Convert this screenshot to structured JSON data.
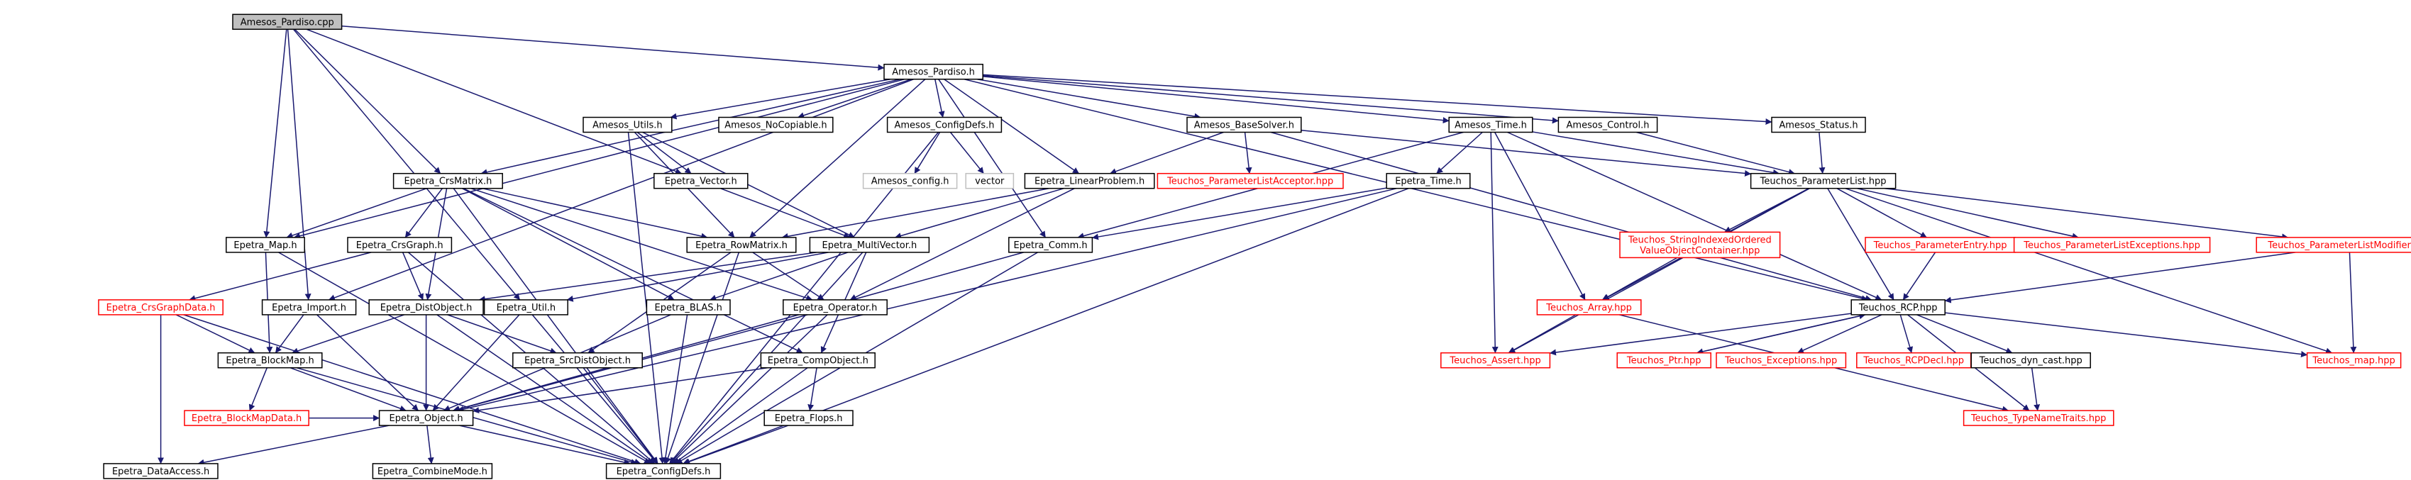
{
  "graph": {
    "edge_color": "#191970",
    "missing_color": "#ff0000",
    "nodes": [
      {
        "id": "amesos_pardiso_cpp",
        "label": "Amesos_Pardiso.cpp",
        "style": "root"
      },
      {
        "id": "amesos_pardiso_h",
        "label": "Amesos_Pardiso.h",
        "style": "normal"
      },
      {
        "id": "amesos_utils_h",
        "label": "Amesos_Utils.h",
        "style": "normal"
      },
      {
        "id": "amesos_nocopiable_h",
        "label": "Amesos_NoCopiable.h",
        "style": "normal"
      },
      {
        "id": "amesos_configdefs_h",
        "label": "Amesos_ConfigDefs.h",
        "style": "normal"
      },
      {
        "id": "amesos_basesolver_h",
        "label": "Amesos_BaseSolver.h",
        "style": "normal"
      },
      {
        "id": "amesos_time_h",
        "label": "Amesos_Time.h",
        "style": "normal"
      },
      {
        "id": "amesos_control_h",
        "label": "Amesos_Control.h",
        "style": "normal"
      },
      {
        "id": "amesos_status_h",
        "label": "Amesos_Status.h",
        "style": "normal"
      },
      {
        "id": "epetra_crsmatrix_h",
        "label": "Epetra_CrsMatrix.h",
        "style": "normal"
      },
      {
        "id": "epetra_vector_h",
        "label": "Epetra_Vector.h",
        "style": "normal"
      },
      {
        "id": "amesos_config_h",
        "label": "Amesos_config.h",
        "style": "gray"
      },
      {
        "id": "vector",
        "label": "vector",
        "style": "gray"
      },
      {
        "id": "epetra_linearproblem_h",
        "label": "Epetra_LinearProblem.h",
        "style": "normal"
      },
      {
        "id": "teuchos_plaa_hpp",
        "label": "Teuchos_ParameterListAcceptor.hpp",
        "style": "red"
      },
      {
        "id": "epetra_time_h",
        "label": "Epetra_Time.h",
        "style": "normal"
      },
      {
        "id": "teuchos_parameterlist_hpp",
        "label": "Teuchos_ParameterList.hpp",
        "style": "normal"
      },
      {
        "id": "epetra_map_h",
        "label": "Epetra_Map.h",
        "style": "normal"
      },
      {
        "id": "epetra_crsgraph_h",
        "label": "Epetra_CrsGraph.h",
        "style": "normal"
      },
      {
        "id": "epetra_rowmatrix_h",
        "label": "Epetra_RowMatrix.h",
        "style": "normal"
      },
      {
        "id": "epetra_multivector_h",
        "label": "Epetra_MultiVector.h",
        "style": "normal"
      },
      {
        "id": "epetra_comm_h",
        "label": "Epetra_Comm.h",
        "style": "normal"
      },
      {
        "id": "teuchos_sioc_hpp",
        "label": "Teuchos_StringIndexedOrdered\nValueObjectContainer.hpp",
        "style": "red"
      },
      {
        "id": "teuchos_parameterentry_hpp",
        "label": "Teuchos_ParameterEntry.hpp",
        "style": "red"
      },
      {
        "id": "teuchos_ple_hpp",
        "label": "Teuchos_ParameterListExceptions.hpp",
        "style": "red"
      },
      {
        "id": "teuchos_plm_hpp",
        "label": "Teuchos_ParameterListModifier.hpp",
        "style": "red"
      },
      {
        "id": "epetra_crsgraphdata_h",
        "label": "Epetra_CrsGraphData.h",
        "style": "red"
      },
      {
        "id": "epetra_import_h",
        "label": "Epetra_Import.h",
        "style": "normal"
      },
      {
        "id": "epetra_distobject_h",
        "label": "Epetra_DistObject.h",
        "style": "normal"
      },
      {
        "id": "epetra_util_h",
        "label": "Epetra_Util.h",
        "style": "normal"
      },
      {
        "id": "epetra_blas_h",
        "label": "Epetra_BLAS.h",
        "style": "normal"
      },
      {
        "id": "epetra_operator_h",
        "label": "Epetra_Operator.h",
        "style": "normal"
      },
      {
        "id": "teuchos_array_hpp",
        "label": "Teuchos_Array.hpp",
        "style": "red"
      },
      {
        "id": "teuchos_rcp_hpp",
        "label": "Teuchos_RCP.hpp",
        "style": "normal"
      },
      {
        "id": "epetra_blockmap_h",
        "label": "Epetra_BlockMap.h",
        "style": "normal"
      },
      {
        "id": "epetra_srcdistobject_h",
        "label": "Epetra_SrcDistObject.h",
        "style": "normal"
      },
      {
        "id": "epetra_compobject_h",
        "label": "Epetra_CompObject.h",
        "style": "normal"
      },
      {
        "id": "teuchos_assert_hpp",
        "label": "Teuchos_Assert.hpp",
        "style": "red"
      },
      {
        "id": "teuchos_ptr_hpp",
        "label": "Teuchos_Ptr.hpp",
        "style": "red"
      },
      {
        "id": "teuchos_exceptions_hpp",
        "label": "Teuchos_Exceptions.hpp",
        "style": "red"
      },
      {
        "id": "teuchos_rcpdecl_hpp",
        "label": "Teuchos_RCPDecl.hpp",
        "style": "red"
      },
      {
        "id": "teuchos_dyn_cast_hpp",
        "label": "Teuchos_dyn_cast.hpp",
        "style": "normal"
      },
      {
        "id": "teuchos_map_hpp",
        "label": "Teuchos_map.hpp",
        "style": "red"
      },
      {
        "id": "epetra_blockmapdata_h",
        "label": "Epetra_BlockMapData.h",
        "style": "red"
      },
      {
        "id": "epetra_object_h",
        "label": "Epetra_Object.h",
        "style": "normal"
      },
      {
        "id": "epetra_flops_h",
        "label": "Epetra_Flops.h",
        "style": "normal"
      },
      {
        "id": "teuchos_typenametraits_hpp",
        "label": "Teuchos_TypeNameTraits.hpp",
        "style": "red"
      },
      {
        "id": "epetra_dataaccess_h",
        "label": "Epetra_DataAccess.h",
        "style": "normal"
      },
      {
        "id": "epetra_combinemode_h",
        "label": "Epetra_CombineMode.h",
        "style": "normal"
      },
      {
        "id": "epetra_configdefs_h",
        "label": "Epetra_ConfigDefs.h",
        "style": "normal"
      }
    ],
    "edges": [
      [
        "amesos_pardiso_cpp",
        "amesos_pardiso_h"
      ],
      [
        "amesos_pardiso_cpp",
        "epetra_map_h"
      ],
      [
        "amesos_pardiso_cpp",
        "epetra_import_h"
      ],
      [
        "amesos_pardiso_cpp",
        "epetra_crsmatrix_h"
      ],
      [
        "amesos_pardiso_cpp",
        "epetra_vector_h"
      ],
      [
        "amesos_pardiso_cpp",
        "epetra_util_h"
      ],
      [
        "amesos_pardiso_h",
        "amesos_utils_h"
      ],
      [
        "amesos_pardiso_h",
        "amesos_nocopiable_h"
      ],
      [
        "amesos_pardiso_h",
        "amesos_configdefs_h"
      ],
      [
        "amesos_pardiso_h",
        "amesos_basesolver_h"
      ],
      [
        "amesos_pardiso_h",
        "amesos_time_h"
      ],
      [
        "amesos_pardiso_h",
        "amesos_control_h"
      ],
      [
        "amesos_pardiso_h",
        "amesos_status_h"
      ],
      [
        "amesos_pardiso_h",
        "epetra_crsmatrix_h"
      ],
      [
        "amesos_pardiso_h",
        "epetra_map_h"
      ],
      [
        "amesos_pardiso_h",
        "epetra_import_h"
      ],
      [
        "amesos_pardiso_h",
        "epetra_linearproblem_h"
      ],
      [
        "amesos_pardiso_h",
        "epetra_rowmatrix_h"
      ],
      [
        "amesos_pardiso_h",
        "epetra_comm_h"
      ],
      [
        "amesos_pardiso_h",
        "teuchos_rcp_hpp"
      ],
      [
        "amesos_utils_h",
        "epetra_vector_h"
      ],
      [
        "amesos_utils_h",
        "epetra_rowmatrix_h"
      ],
      [
        "amesos_utils_h",
        "epetra_multivector_h"
      ],
      [
        "amesos_utils_h",
        "epetra_configdefs_h"
      ],
      [
        "amesos_configdefs_h",
        "amesos_config_h"
      ],
      [
        "amesos_configdefs_h",
        "vector"
      ],
      [
        "amesos_configdefs_h",
        "epetra_configdefs_h"
      ],
      [
        "amesos_basesolver_h",
        "epetra_linearproblem_h"
      ],
      [
        "amesos_basesolver_h",
        "teuchos_plaa_hpp"
      ],
      [
        "amesos_basesolver_h",
        "teuchos_parameterlist_hpp"
      ],
      [
        "amesos_basesolver_h",
        "teuchos_rcp_hpp"
      ],
      [
        "amesos_time_h",
        "epetra_time_h"
      ],
      [
        "amesos_time_h",
        "epetra_comm_h"
      ],
      [
        "amesos_time_h",
        "teuchos_parameterlist_hpp"
      ],
      [
        "amesos_time_h",
        "teuchos_array_hpp"
      ],
      [
        "amesos_time_h",
        "teuchos_assert_hpp"
      ],
      [
        "amesos_time_h",
        "teuchos_rcp_hpp"
      ],
      [
        "amesos_control_h",
        "teuchos_parameterlist_hpp"
      ],
      [
        "amesos_status_h",
        "teuchos_parameterlist_hpp"
      ],
      [
        "epetra_crsmatrix_h",
        "epetra_map_h"
      ],
      [
        "epetra_crsmatrix_h",
        "epetra_crsgraph_h"
      ],
      [
        "epetra_crsmatrix_h",
        "epetra_rowmatrix_h"
      ],
      [
        "epetra_crsmatrix_h",
        "epetra_distobject_h"
      ],
      [
        "epetra_crsmatrix_h",
        "epetra_blas_h"
      ],
      [
        "epetra_crsmatrix_h",
        "epetra_operator_h"
      ],
      [
        "epetra_crsmatrix_h",
        "epetra_compobject_h"
      ],
      [
        "epetra_crsmatrix_h",
        "epetra_configdefs_h"
      ],
      [
        "epetra_vector_h",
        "epetra_multivector_h"
      ],
      [
        "epetra_linearproblem_h",
        "epetra_rowmatrix_h"
      ],
      [
        "epetra_linearproblem_h",
        "epetra_multivector_h"
      ],
      [
        "epetra_linearproblem_h",
        "epetra_operator_h"
      ],
      [
        "epetra_time_h",
        "epetra_comm_h"
      ],
      [
        "epetra_time_h",
        "epetra_object_h"
      ],
      [
        "epetra_time_h",
        "epetra_configdefs_h"
      ],
      [
        "teuchos_parameterlist_hpp",
        "teuchos_sioc_hpp"
      ],
      [
        "teuchos_parameterlist_hpp",
        "teuchos_parameterentry_hpp"
      ],
      [
        "teuchos_parameterlist_hpp",
        "teuchos_ple_hpp"
      ],
      [
        "teuchos_parameterlist_hpp",
        "teuchos_plm_hpp"
      ],
      [
        "teuchos_parameterlist_hpp",
        "teuchos_array_hpp"
      ],
      [
        "teuchos_parameterlist_hpp",
        "teuchos_assert_hpp"
      ],
      [
        "teuchos_parameterlist_hpp",
        "teuchos_rcp_hpp"
      ],
      [
        "teuchos_parameterlist_hpp",
        "teuchos_map_hpp"
      ],
      [
        "epetra_map_h",
        "epetra_blockmap_h"
      ],
      [
        "epetra_map_h",
        "epetra_configdefs_h"
      ],
      [
        "epetra_crsgraph_h",
        "epetra_crsgraphdata_h"
      ],
      [
        "epetra_crsgraph_h",
        "epetra_distobject_h"
      ],
      [
        "epetra_crsgraph_h",
        "epetra_configdefs_h"
      ],
      [
        "epetra_rowmatrix_h",
        "epetra_operator_h"
      ],
      [
        "epetra_rowmatrix_h",
        "epetra_srcdistobject_h"
      ],
      [
        "epetra_rowmatrix_h",
        "epetra_configdefs_h"
      ],
      [
        "epetra_multivector_h",
        "epetra_distobject_h"
      ],
      [
        "epetra_multivector_h",
        "epetra_blas_h"
      ],
      [
        "epetra_multivector_h",
        "epetra_util_h"
      ],
      [
        "epetra_multivector_h",
        "epetra_compobject_h"
      ],
      [
        "epetra_multivector_h",
        "epetra_configdefs_h"
      ],
      [
        "epetra_comm_h",
        "epetra_object_h"
      ],
      [
        "epetra_comm_h",
        "epetra_configdefs_h"
      ],
      [
        "teuchos_sioc_hpp",
        "teuchos_array_hpp"
      ],
      [
        "teuchos_parameterentry_hpp",
        "teuchos_rcp_hpp"
      ],
      [
        "teuchos_plm_hpp",
        "teuchos_rcp_hpp"
      ],
      [
        "teuchos_plm_hpp",
        "teuchos_map_hpp"
      ],
      [
        "epetra_crsgraphdata_h",
        "epetra_blockmap_h"
      ],
      [
        "epetra_crsgraphdata_h",
        "epetra_dataaccess_h"
      ],
      [
        "epetra_crsgraphdata_h",
        "epetra_configdefs_h"
      ],
      [
        "epetra_import_h",
        "epetra_blockmap_h"
      ],
      [
        "epetra_import_h",
        "epetra_object_h"
      ],
      [
        "epetra_distobject_h",
        "epetra_blockmap_h"
      ],
      [
        "epetra_distobject_h",
        "epetra_srcdistobject_h"
      ],
      [
        "epetra_distobject_h",
        "epetra_object_h"
      ],
      [
        "epetra_distobject_h",
        "epetra_configdefs_h"
      ],
      [
        "epetra_util_h",
        "epetra_object_h"
      ],
      [
        "epetra_util_h",
        "epetra_configdefs_h"
      ],
      [
        "epetra_blas_h",
        "epetra_object_h"
      ],
      [
        "epetra_blas_h",
        "epetra_configdefs_h"
      ],
      [
        "epetra_operator_h",
        "epetra_object_h"
      ],
      [
        "epetra_operator_h",
        "epetra_configdefs_h"
      ],
      [
        "teuchos_array_hpp",
        "teuchos_assert_hpp"
      ],
      [
        "teuchos_array_hpp",
        "teuchos_typenametraits_hpp"
      ],
      [
        "teuchos_rcp_hpp",
        "teuchos_ptr_hpp"
      ],
      [
        "teuchos_rcp_hpp",
        "teuchos_exceptions_hpp"
      ],
      [
        "teuchos_rcp_hpp",
        "teuchos_rcpdecl_hpp"
      ],
      [
        "teuchos_rcp_hpp",
        "teuchos_dyn_cast_hpp"
      ],
      [
        "teuchos_rcp_hpp",
        "teuchos_assert_hpp"
      ],
      [
        "teuchos_rcp_hpp",
        "teuchos_map_hpp"
      ],
      [
        "teuchos_rcp_hpp",
        "teuchos_typenametraits_hpp"
      ],
      [
        "teuchos_ptr_hpp",
        "teuchos_rcp_hpp"
      ],
      [
        "teuchos_dyn_cast_hpp",
        "teuchos_typenametraits_hpp"
      ],
      [
        "epetra_blockmap_h",
        "epetra_blockmapdata_h"
      ],
      [
        "epetra_blockmap_h",
        "epetra_object_h"
      ],
      [
        "epetra_blockmap_h",
        "epetra_configdefs_h"
      ],
      [
        "epetra_srcdistobject_h",
        "epetra_configdefs_h"
      ],
      [
        "epetra_compobject_h",
        "epetra_object_h"
      ],
      [
        "epetra_compobject_h",
        "epetra_flops_h"
      ],
      [
        "epetra_compobject_h",
        "epetra_configdefs_h"
      ],
      [
        "epetra_object_h",
        "epetra_combinemode_h"
      ],
      [
        "epetra_object_h",
        "epetra_dataaccess_h"
      ],
      [
        "epetra_object_h",
        "epetra_configdefs_h"
      ],
      [
        "epetra_flops_h",
        "epetra_configdefs_h"
      ],
      [
        "epetra_blockmapdata_h",
        "epetra_object_h"
      ]
    ]
  }
}
